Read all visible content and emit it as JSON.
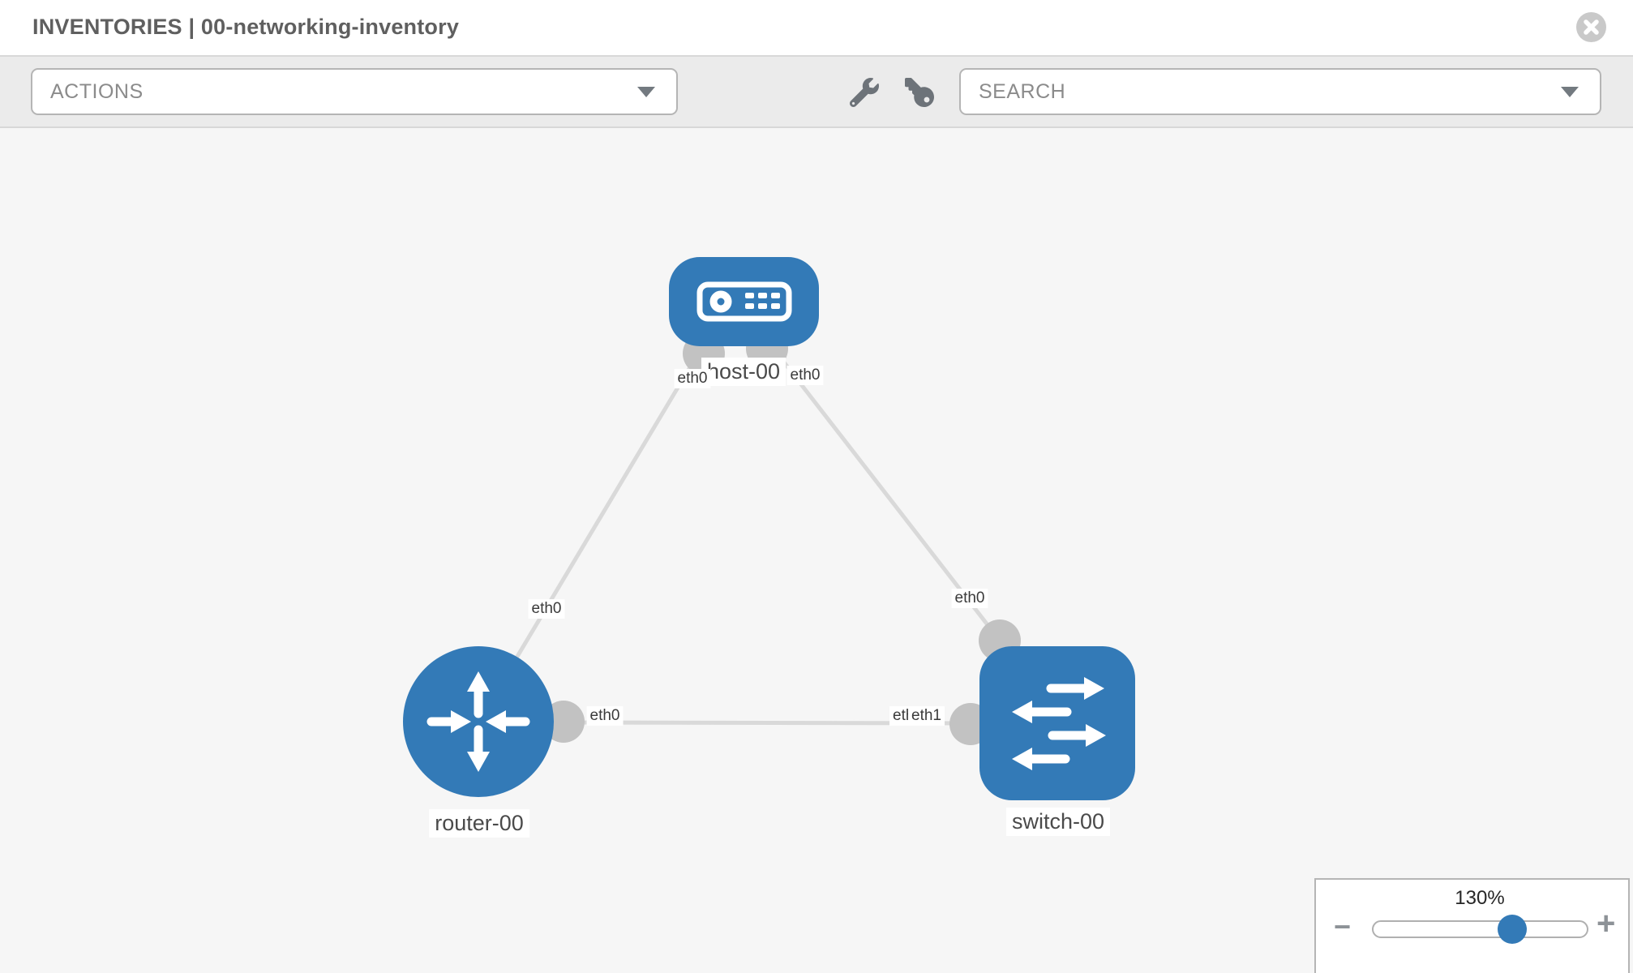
{
  "header": {
    "title": "INVENTORIES | 00-networking-inventory"
  },
  "toolbar": {
    "actions_label": "ACTIONS",
    "search_label": "SEARCH"
  },
  "topology": {
    "nodes": [
      {
        "id": "host-00",
        "type": "host",
        "label": "host-00"
      },
      {
        "id": "router-00",
        "type": "router",
        "label": "router-00"
      },
      {
        "id": "switch-00",
        "type": "switch",
        "label": "switch-00"
      }
    ],
    "links": [
      {
        "from": "host-00",
        "from_interface": "eth0",
        "to": "router-00",
        "to_interface": "eth0"
      },
      {
        "from": "host-00",
        "from_interface": "eth0",
        "to": "switch-00",
        "to_interface": "eth0"
      },
      {
        "from": "router-00",
        "from_interface": "eth0",
        "to": "switch-00",
        "to_interface": "eth1"
      }
    ]
  },
  "zoom_control": {
    "level": "130%",
    "minus_label": "−",
    "plus_label": "+"
  },
  "colors": {
    "node_blue": "#337ab7",
    "link_gray": "#d9d9d9",
    "connector_gray": "#c2c2c2",
    "canvas_bg": "#f6f6f6",
    "toolbar_bg": "#ebebeb"
  }
}
